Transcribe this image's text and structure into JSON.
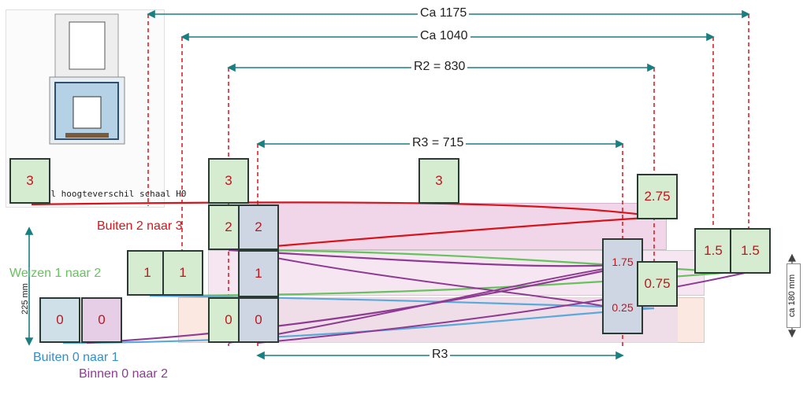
{
  "dimensions": {
    "ca1175": "Ca 1175",
    "ca1040": "Ca 1040",
    "r2": "R2 = 830",
    "r3_top": "R3 = 715",
    "r3_bottom": "R3"
  },
  "left_scale": "225 mm",
  "right_scale": "ca 180 mm",
  "inset_title": "Minimaal hoogteverschil schaal H0",
  "routes": {
    "buiten_2_3": "Buiten 2 naar 3",
    "weizen_1_2": "Weizen 1 naar 2",
    "buiten_0_1": "Buiten 0 naar 1",
    "binnen_0_2": "Binnen 0 naar 2"
  },
  "levels": {
    "l3": "3",
    "l2": "2",
    "l1": "1",
    "l0": "0",
    "l275": "2.75",
    "l175": "1.75",
    "l15": "1.5",
    "l075": "0.75",
    "l025": "0.25"
  },
  "colors": {
    "red": "#d8141b",
    "green": "#66c25c",
    "blue": "#5aa9dc",
    "purple": "#8e3b93"
  }
}
